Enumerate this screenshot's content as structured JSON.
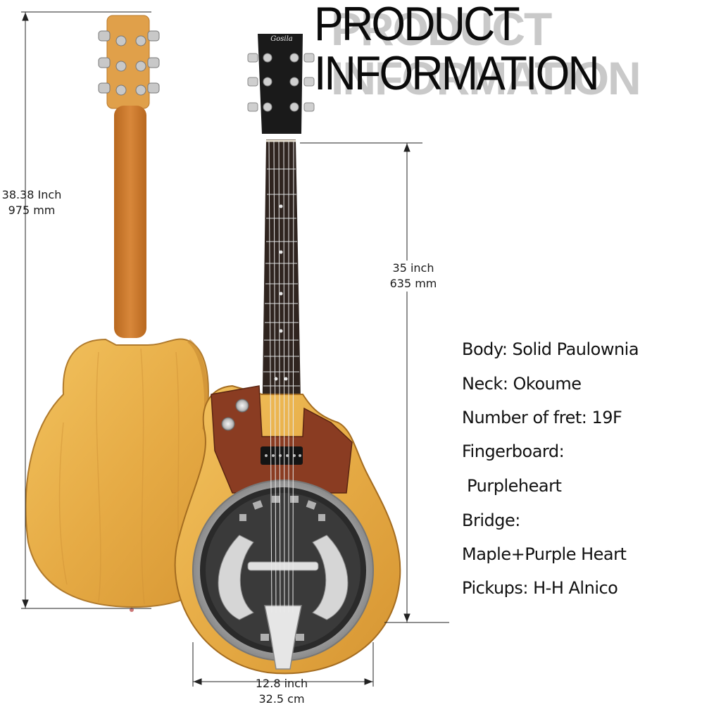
{
  "header": {
    "title_line1": "PRODUCT",
    "title_line2": "INFORMATION",
    "shadow_line1": "PRODUCT",
    "shadow_line2": "INFORMATION"
  },
  "brand": {
    "headstock_logo": "Gosila"
  },
  "dimensions": {
    "total_length_in": "38.38 Inch",
    "total_length_mm": "975 mm",
    "scale_length_in": "35 inch",
    "scale_length_mm": "635 mm",
    "body_width_in": "12.8 inch",
    "body_width_mm": "32.5 cm"
  },
  "specs": [
    {
      "text": "Body:  Solid Paulownia"
    },
    {
      "text": "Neck:  Okoume"
    },
    {
      "text": "Number of fret:  19F"
    },
    {
      "text": "Fingerboard:"
    },
    {
      "text": " Purpleheart"
    },
    {
      "text": "Bridge:"
    },
    {
      "text": "Maple+Purple Heart"
    },
    {
      "text": "Pickups:  H-H Alnico"
    }
  ],
  "colors": {
    "wood": "#e8b048",
    "wood_dark": "#c98a2a",
    "neck_back": "#c9782e",
    "fretboard": "#3a2a24",
    "pickguard": "#8a3c22",
    "chrome": "#d8d8d8",
    "headstock": "#1a1a1a"
  }
}
